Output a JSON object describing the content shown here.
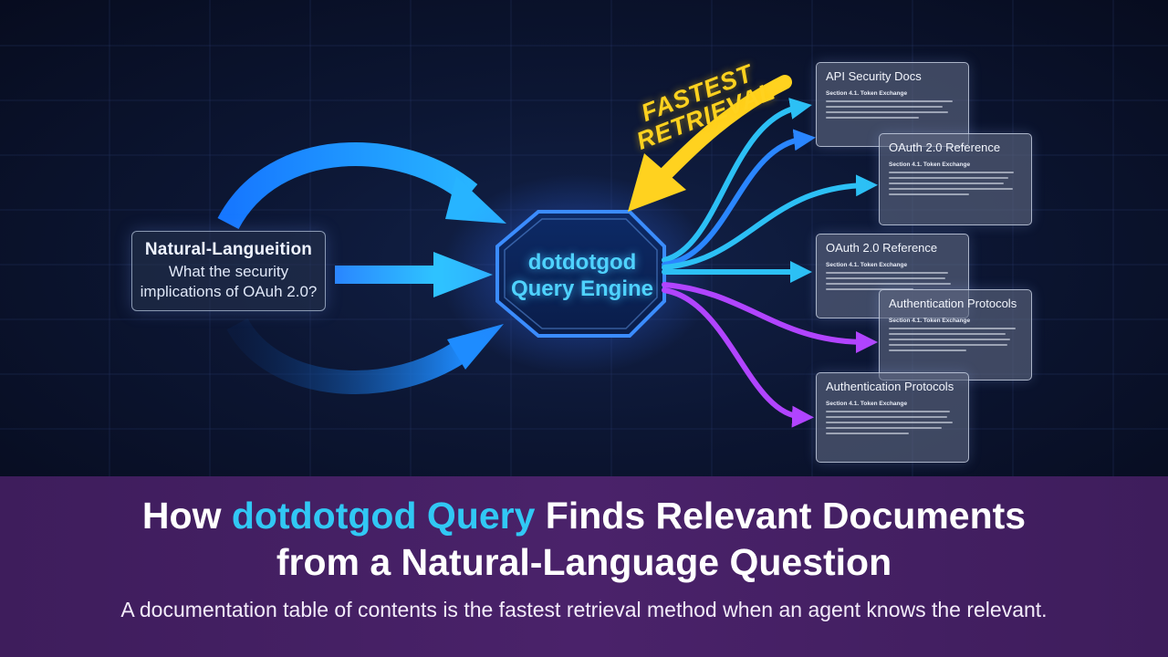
{
  "query_box": {
    "title": "Natural-Langueition",
    "question": "What the security implications of OAuh 2.0?"
  },
  "engine": {
    "line1": "dotdotgod",
    "line2": "Query Engine"
  },
  "callout": {
    "line1": "FASTEST",
    "line2": "RETRIEVAL"
  },
  "docs": [
    {
      "title": "API Security Docs",
      "section": "Section 4.1. Token Exchange"
    },
    {
      "title": "OAuth 2.0 Reference",
      "section": "Section 4.1. Token Exchange"
    },
    {
      "title": "OAuth 2.0 Reference",
      "section": "Section 4.1. Token Exchange"
    },
    {
      "title": "Authentication Protocols",
      "section": "Section 4.1. Token Exchange"
    },
    {
      "title": "Authentication Protocols",
      "section": "Section 4.1. Token Exchange"
    }
  ],
  "footer": {
    "headline_pre": "How",
    "headline_accent": "dotdotgod Query",
    "headline_post": "Finds Relevant Documents",
    "headline_line2": "from a Natural-Language Question",
    "subtitle": "A documentation table of contents is the fastest retrieval method when an agent knows the relevant."
  },
  "colors": {
    "background": "#0b1024",
    "footer_bg": "#45206a",
    "accent_cyan": "#31c8f4",
    "arrow_blue": "#1e9bff",
    "arrow_purple": "#b144ff",
    "callout_yellow": "#ffd21f"
  }
}
